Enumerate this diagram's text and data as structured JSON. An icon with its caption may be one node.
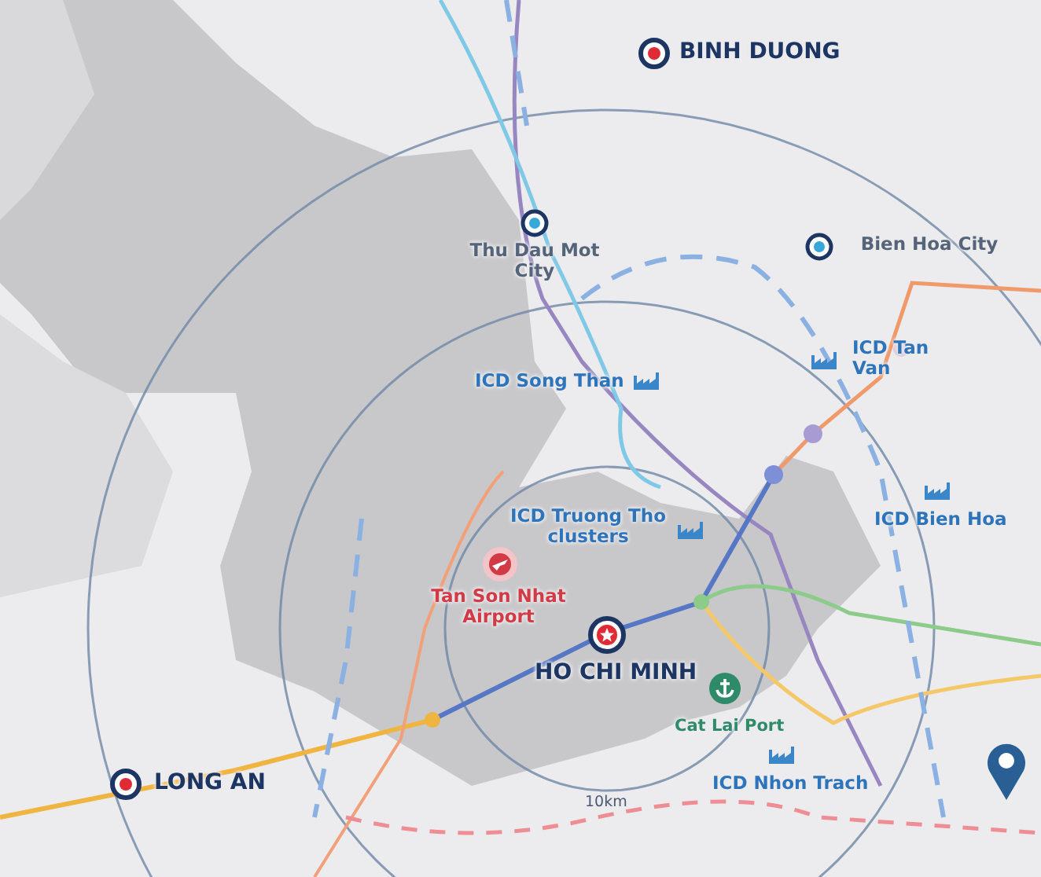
{
  "diagram": {
    "labels": [
      "BINH DUONG",
      "Thu Dau Mot City",
      "Bien Hoa City",
      "ICD Song Than",
      "ICD Tan Van",
      "ICD Truong Tho clusters",
      "ICD Bien Hoa",
      "Tan Son Nhat Airport",
      "HO CHI MINH",
      "Cat Lai Port",
      "ICD Nhon Trach",
      "LONG AN",
      "10km"
    ]
  }
}
